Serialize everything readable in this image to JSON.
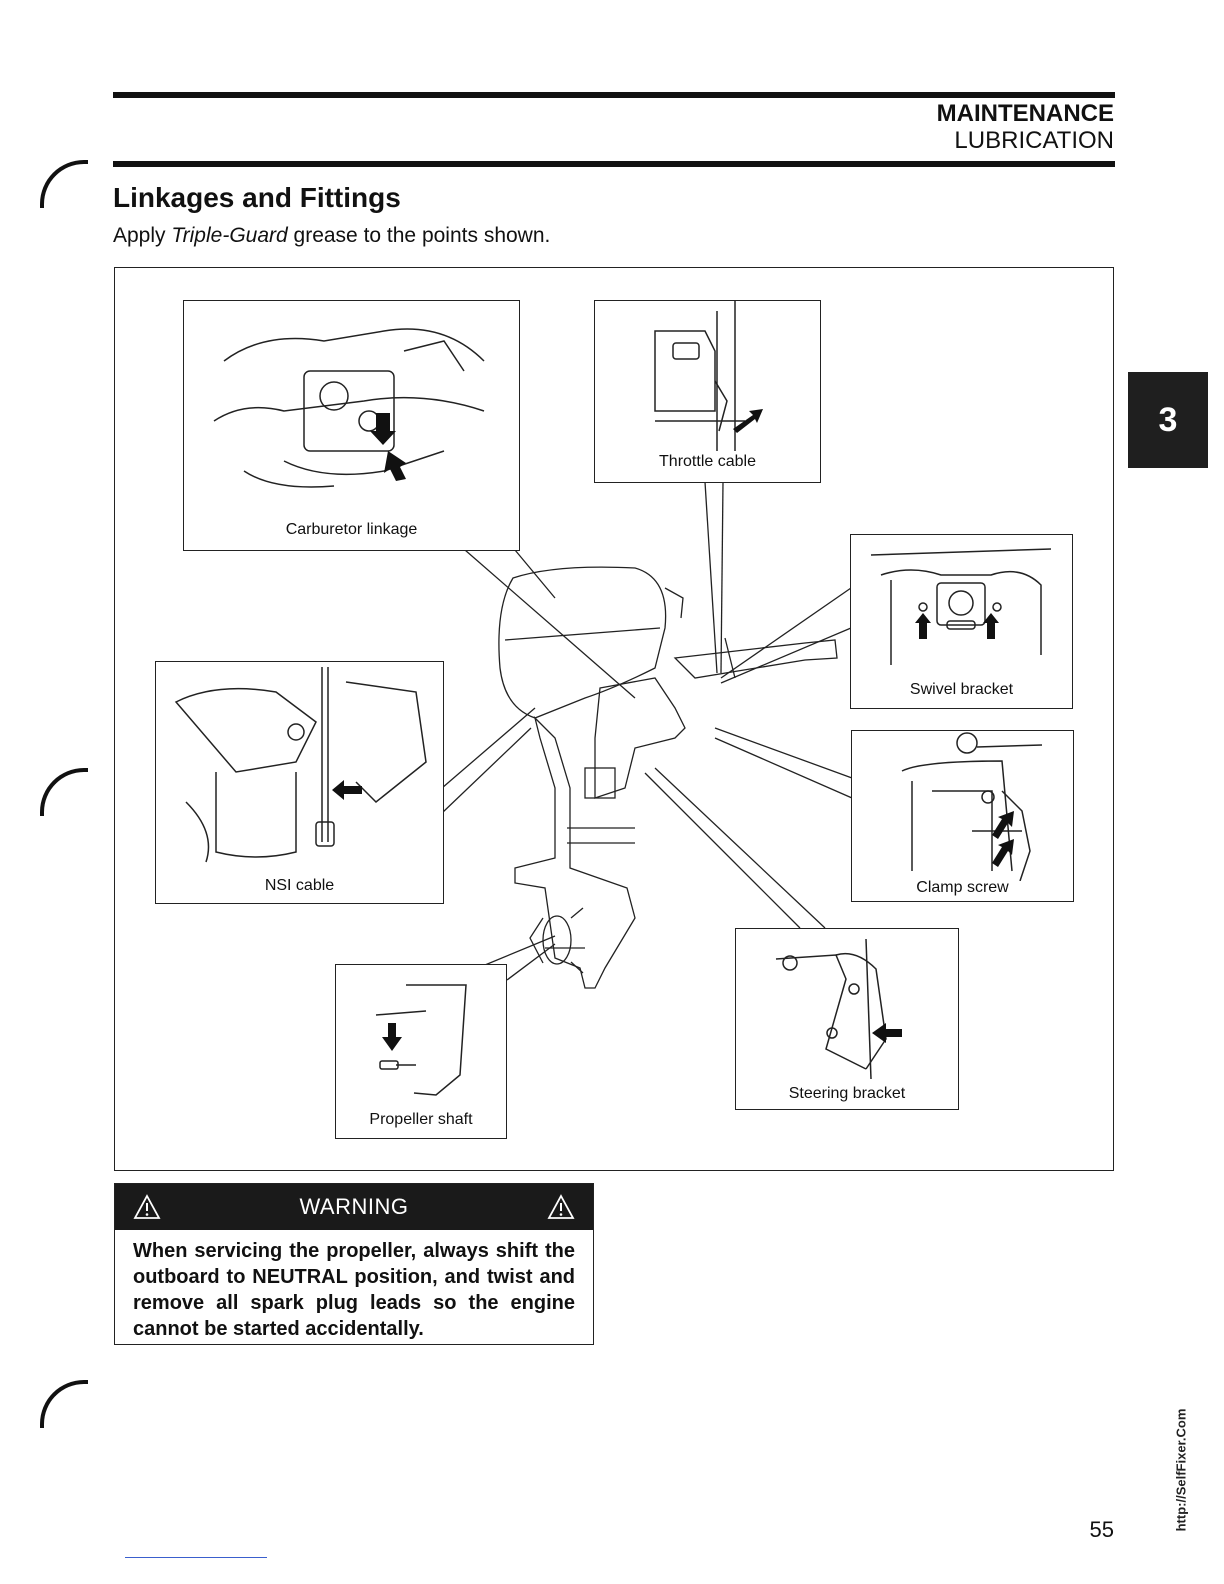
{
  "header": {
    "section": "MAINTENANCE",
    "subsection": "LUBRICATION"
  },
  "title": "Linkages and Fittings",
  "intro": {
    "before": "Apply ",
    "product": "Triple-Guard",
    "after": " grease to the points shown."
  },
  "callouts": {
    "carburetor": "Carburetor linkage",
    "throttle": "Throttle cable",
    "swivel": "Swivel bracket",
    "nsi": "NSI cable",
    "clamp": "Clamp screw",
    "steering": "Steering bracket",
    "propeller": "Propeller shaft"
  },
  "tab": "3",
  "warning": {
    "title": "WARNING",
    "icon": "warning-triangle-icon",
    "text": "When servicing the propeller, always shift the outboard to NEUTRAL position, and twist and remove all spark plug leads so the engine cannot be started accidentally."
  },
  "watermark": "http://SelfFixer.Com",
  "page_number": "55"
}
